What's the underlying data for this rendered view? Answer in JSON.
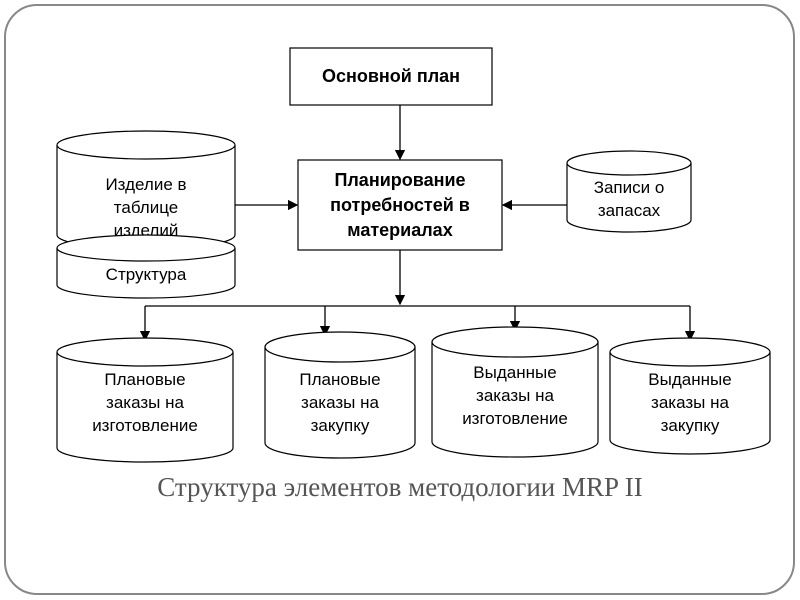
{
  "master_plan": "Основной план",
  "mrp": [
    "Планирование",
    "потребностей в",
    "материалах"
  ],
  "product_table": [
    "Изделие в",
    "таблице",
    "изделий"
  ],
  "structure": "Структура",
  "inventory": [
    "Записи о",
    "запасах"
  ],
  "outputs": [
    [
      "Плановые",
      "заказы на",
      "изготовление"
    ],
    [
      "Плановые",
      "заказы на",
      "закупку"
    ],
    [
      "Выданные",
      "заказы на",
      "изготовление"
    ],
    [
      "Выданные",
      "заказы на",
      "закупку"
    ]
  ],
  "caption": "Структура элементов методологии MRP II"
}
